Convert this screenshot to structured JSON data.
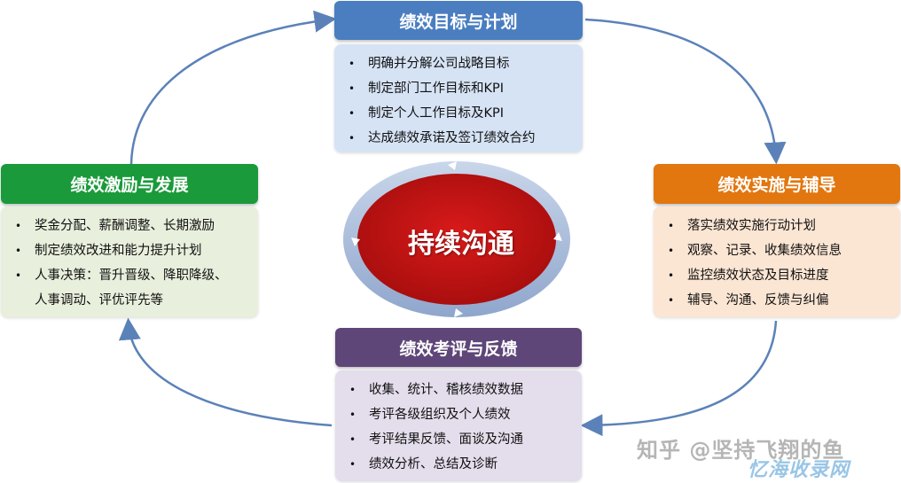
{
  "center": {
    "label": "持续沟通"
  },
  "boxes": [
    {
      "title": "绩效目标与计划",
      "color": "#4a7ec0",
      "panel_color": "#d6e3f5",
      "items": [
        "明确并分解公司战略目标",
        "制定部门工作目标和KPI",
        "制定个人工作目标及KPI",
        "达成绩效承诺及签订绩效合约"
      ]
    },
    {
      "title": "绩效实施与辅导",
      "color": "#e2760f",
      "panel_color": "#fbe5d3",
      "items": [
        "落实绩效实施行动计划",
        "观察、记录、收集绩效信息",
        "监控绩效状态及目标进度",
        "辅导、沟通、反馈与纠偏"
      ]
    },
    {
      "title": "绩效考评与反馈",
      "color": "#5e4679",
      "panel_color": "#e4ddec",
      "items": [
        "收集、统计、稽核绩效数据",
        "考评各级组织及个人绩效",
        "考评结果反馈、面谈及沟通",
        "绩效分析、总结及诊断"
      ]
    },
    {
      "title": "绩效激励与发展",
      "color": "#1a9a3a",
      "panel_color": "#e8efdc",
      "items": [
        "奖金分配、薪酬调整、长期激励",
        "制定绩效改进和能力提升计划",
        "人事决策：晋升晋级、降职降级、",
        "人事调动、评优评先等"
      ]
    }
  ],
  "watermark": {
    "line1": "知乎 @坚持飞翔的鱼",
    "line2": "忆海收录网"
  }
}
